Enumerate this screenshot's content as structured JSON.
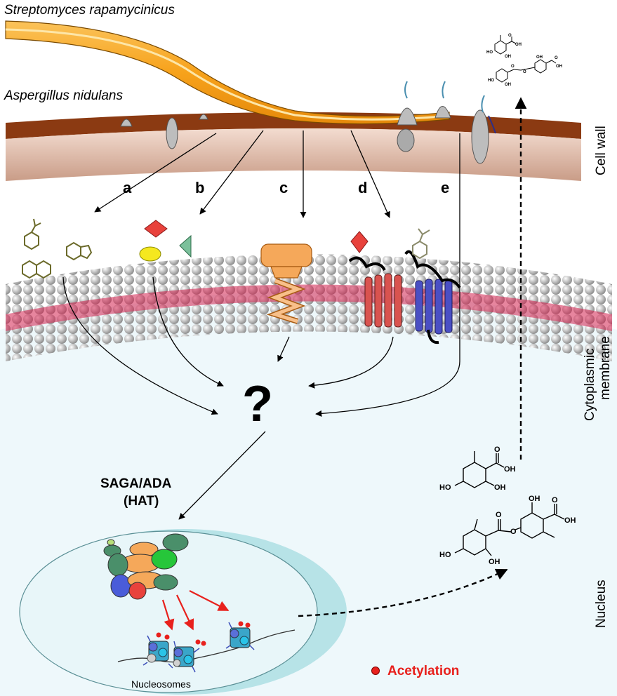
{
  "organisms": {
    "bacterium": "Streptomyces rapamycinicus",
    "fungus": "Aspergillus nidulans"
  },
  "pathways": [
    "a",
    "b",
    "c",
    "d",
    "e"
  ],
  "compartments": {
    "cell_wall": "Cell wall",
    "membrane_line1": "Cytoplasmic",
    "membrane_line2": "membrane",
    "nucleus": "Nucleus"
  },
  "unknown_mediator": "?",
  "complex": {
    "line1": "SAGA/ADA",
    "line2": "(HAT)"
  },
  "nucleosomes_label": "Nucleosomes",
  "legend": {
    "acetylation": "Acetylation",
    "acetylation_color": "#e8211d"
  },
  "molecule_atoms": {
    "ho": "HO",
    "oh": "OH",
    "o": "O"
  },
  "colors": {
    "bacterium": "#f7a21b",
    "cell_wall": "#8b3a12",
    "membrane_head": "#c9c9c9",
    "membrane_tail": "#d4214f",
    "cytoplasm": "#eef8fb",
    "nucleus": "#e3f4f7",
    "receptor_red": "#d9534f",
    "receptor_blue": "#4a4fc4",
    "tm_orange": "#f5a85a"
  }
}
